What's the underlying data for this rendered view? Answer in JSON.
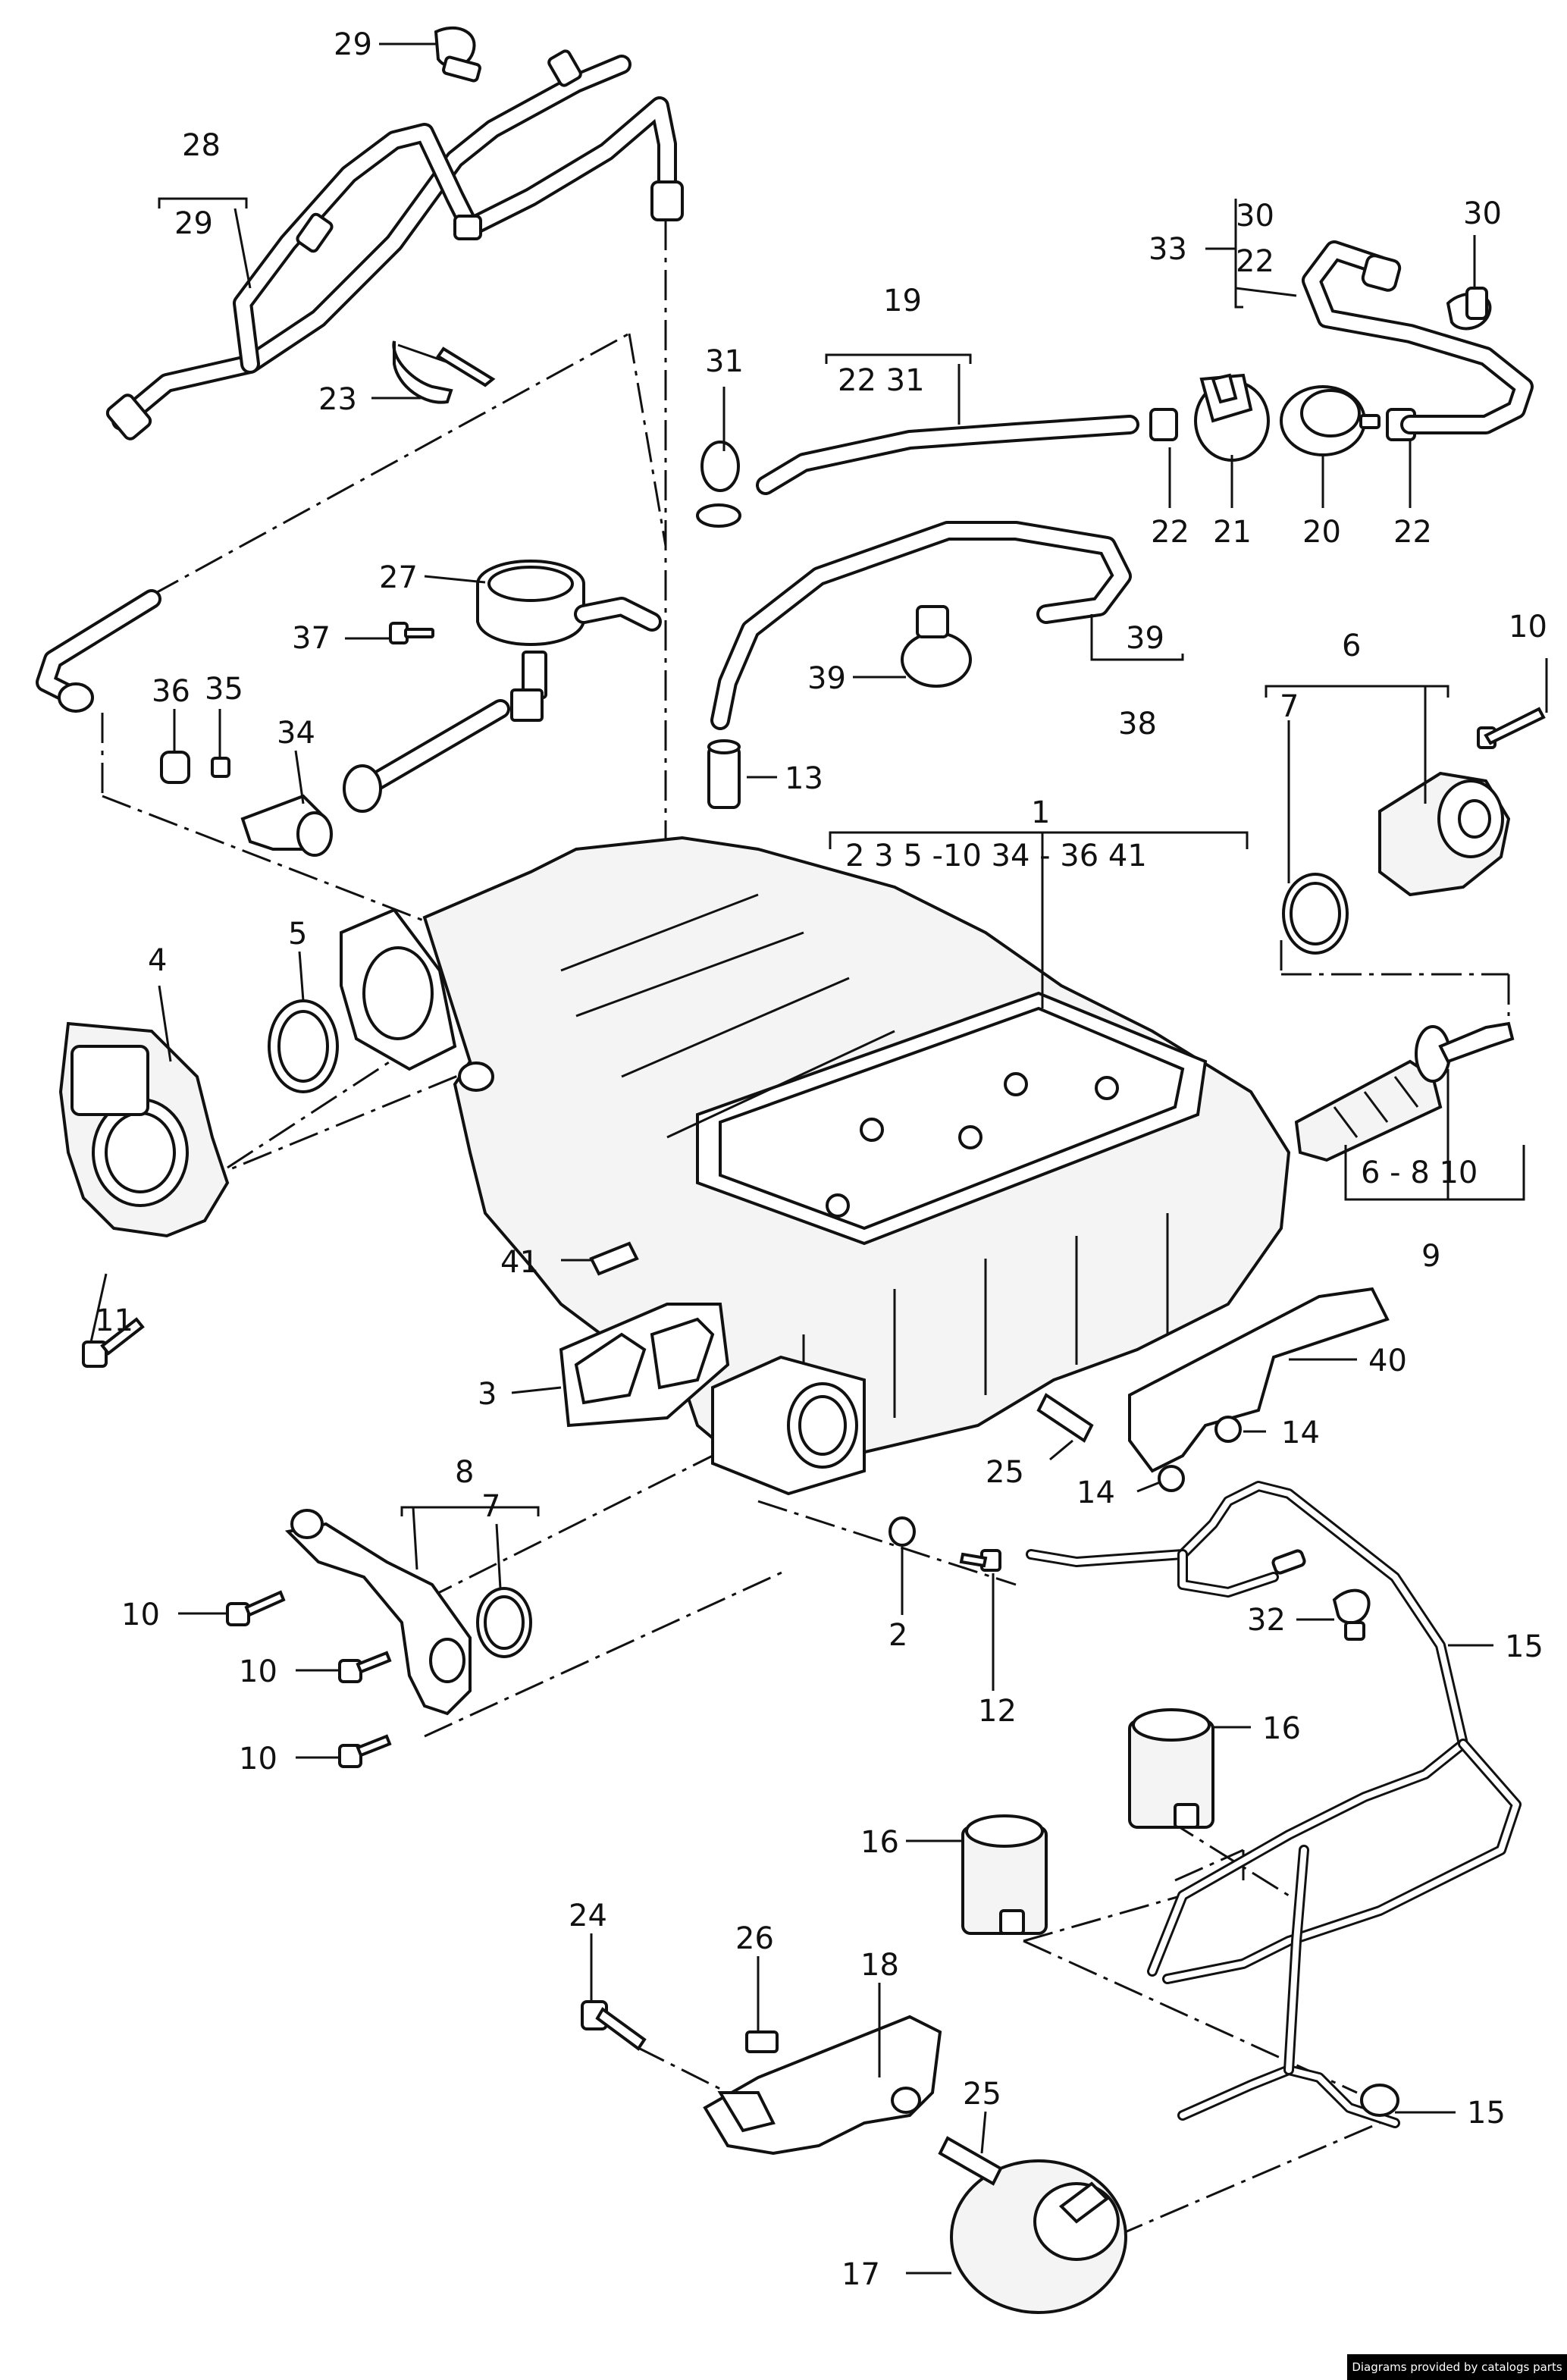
{
  "callouts": {
    "c29a": "29",
    "c28": "28",
    "c29b": "29",
    "c23": "23",
    "c31": "31",
    "c19": "19",
    "c19sub": "22  31",
    "c33": "33",
    "c30a": "30",
    "c22a": "22",
    "c30b": "30",
    "c22b": "22",
    "c21": "21",
    "c20": "20",
    "c22c": "22",
    "c27": "27",
    "c37": "37",
    "c39a": "39",
    "c39b": "39",
    "c38": "38",
    "c36": "36",
    "c35": "35",
    "c34": "34",
    "c13": "13",
    "c1": "1",
    "c1sub": "2  3  5 -10   34 - 36  41",
    "c6": "6",
    "c10a": "10",
    "c7a": "7",
    "c4": "4",
    "c5": "5",
    "c11": "11",
    "c9sub": "6 - 8   10",
    "c9": "9",
    "c41": "41",
    "c3": "3",
    "c40": "40",
    "c14a": "14",
    "c25a": "25",
    "c14b": "14",
    "c8": "8",
    "c7b": "7",
    "c10b": "10",
    "c10c": "10",
    "c10d": "10",
    "c2": "2",
    "c12": "12",
    "c32": "32",
    "c15a": "15",
    "c16a": "16",
    "c16b": "16",
    "c24": "24",
    "c26": "26",
    "c18": "18",
    "c25b": "25",
    "c15b": "15",
    "c17": "17"
  },
  "footer": {
    "credit": "Diagrams provided by catalogs parts"
  }
}
